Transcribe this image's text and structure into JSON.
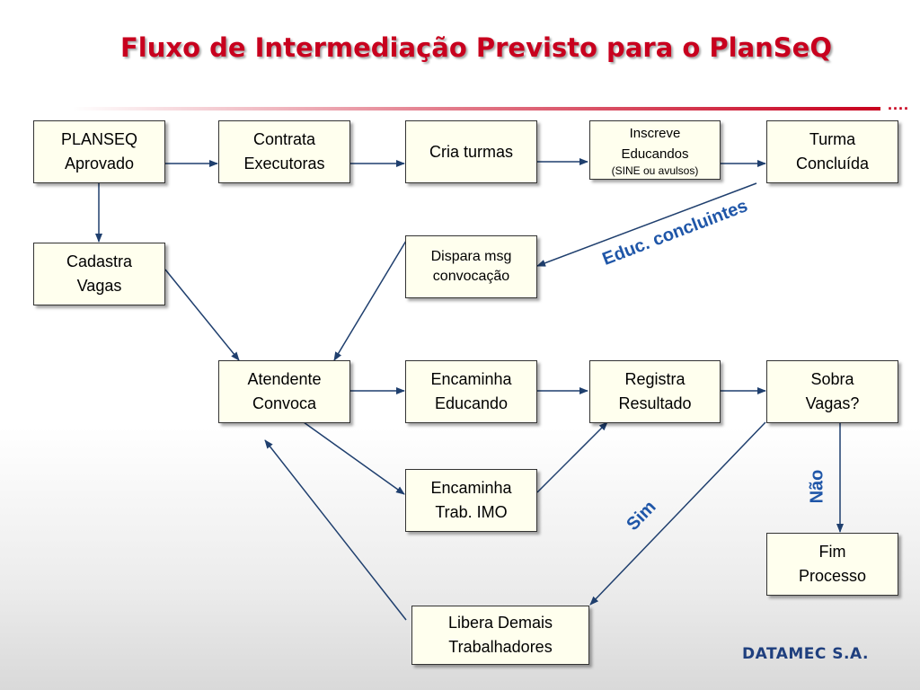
{
  "title": "Fluxo de Intermediação Previsto para o PlanSeQ",
  "header_marker": "....",
  "nodes": {
    "planseq": "PLANSEQ\nAprovado",
    "contrata": "Contrata\nExecutoras",
    "cria": "Cria turmas",
    "inscreve": "Inscreve\nEducandos",
    "inscreve_sub": "(SINE ou avulsos)",
    "turma": "Turma\nConcluída",
    "cadastra": "Cadastra\nVagas",
    "dispara": "Dispara msg\nconvocação",
    "atendente": "Atendente\nConvoca",
    "encaminha_educ": "Encaminha\nEducando",
    "registra": "Registra\nResultado",
    "sobra": "Sobra\nVagas?",
    "encaminha_trab": "Encaminha\nTrab. IMO",
    "fim": "Fim\nProcesso",
    "libera": "Libera Demais\nTrabalhadores"
  },
  "edge_labels": {
    "concluintes": "Educ. concluintes",
    "sim": "Sim",
    "nao": "Não"
  },
  "colors": {
    "title": "#c8001e",
    "edge_label": "#1f56a8",
    "arrow": "#1f3f6e",
    "node_fill": "#ffffee"
  },
  "logo": "DATAMEC S.A."
}
